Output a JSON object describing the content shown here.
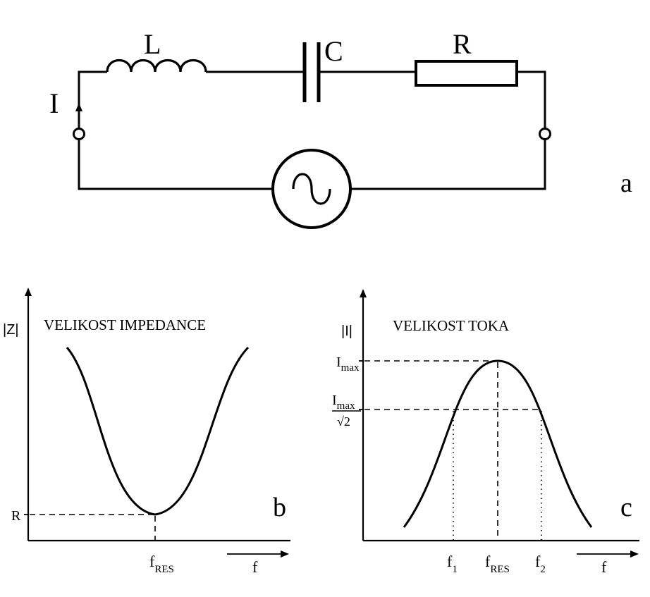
{
  "circuit": {
    "inductor_label": "L",
    "capacitor_label": "C",
    "resistor_label": "R",
    "current_label": "I",
    "panel_label": "a"
  },
  "impedance_plot": {
    "title": "VELIKOST IMPEDANCE",
    "ylabel": "|Z|",
    "xlabel": "f",
    "y_marker_label": "R",
    "x_marker_main": "f",
    "x_marker_sub": "RES",
    "panel_label": "b"
  },
  "current_plot": {
    "title": "VELIKOST TOKA",
    "ylabel": "|I|",
    "xlabel": "f",
    "imax_main": "I",
    "imax_sub": "max",
    "imax_half_main": "I",
    "imax_half_sub": "max",
    "imax_half_den": "√2",
    "f1_main": "f",
    "f1_sub": "1",
    "fres_main": "f",
    "fres_sub": "RES",
    "f2_main": "f",
    "f2_sub": "2",
    "panel_label": "c"
  }
}
